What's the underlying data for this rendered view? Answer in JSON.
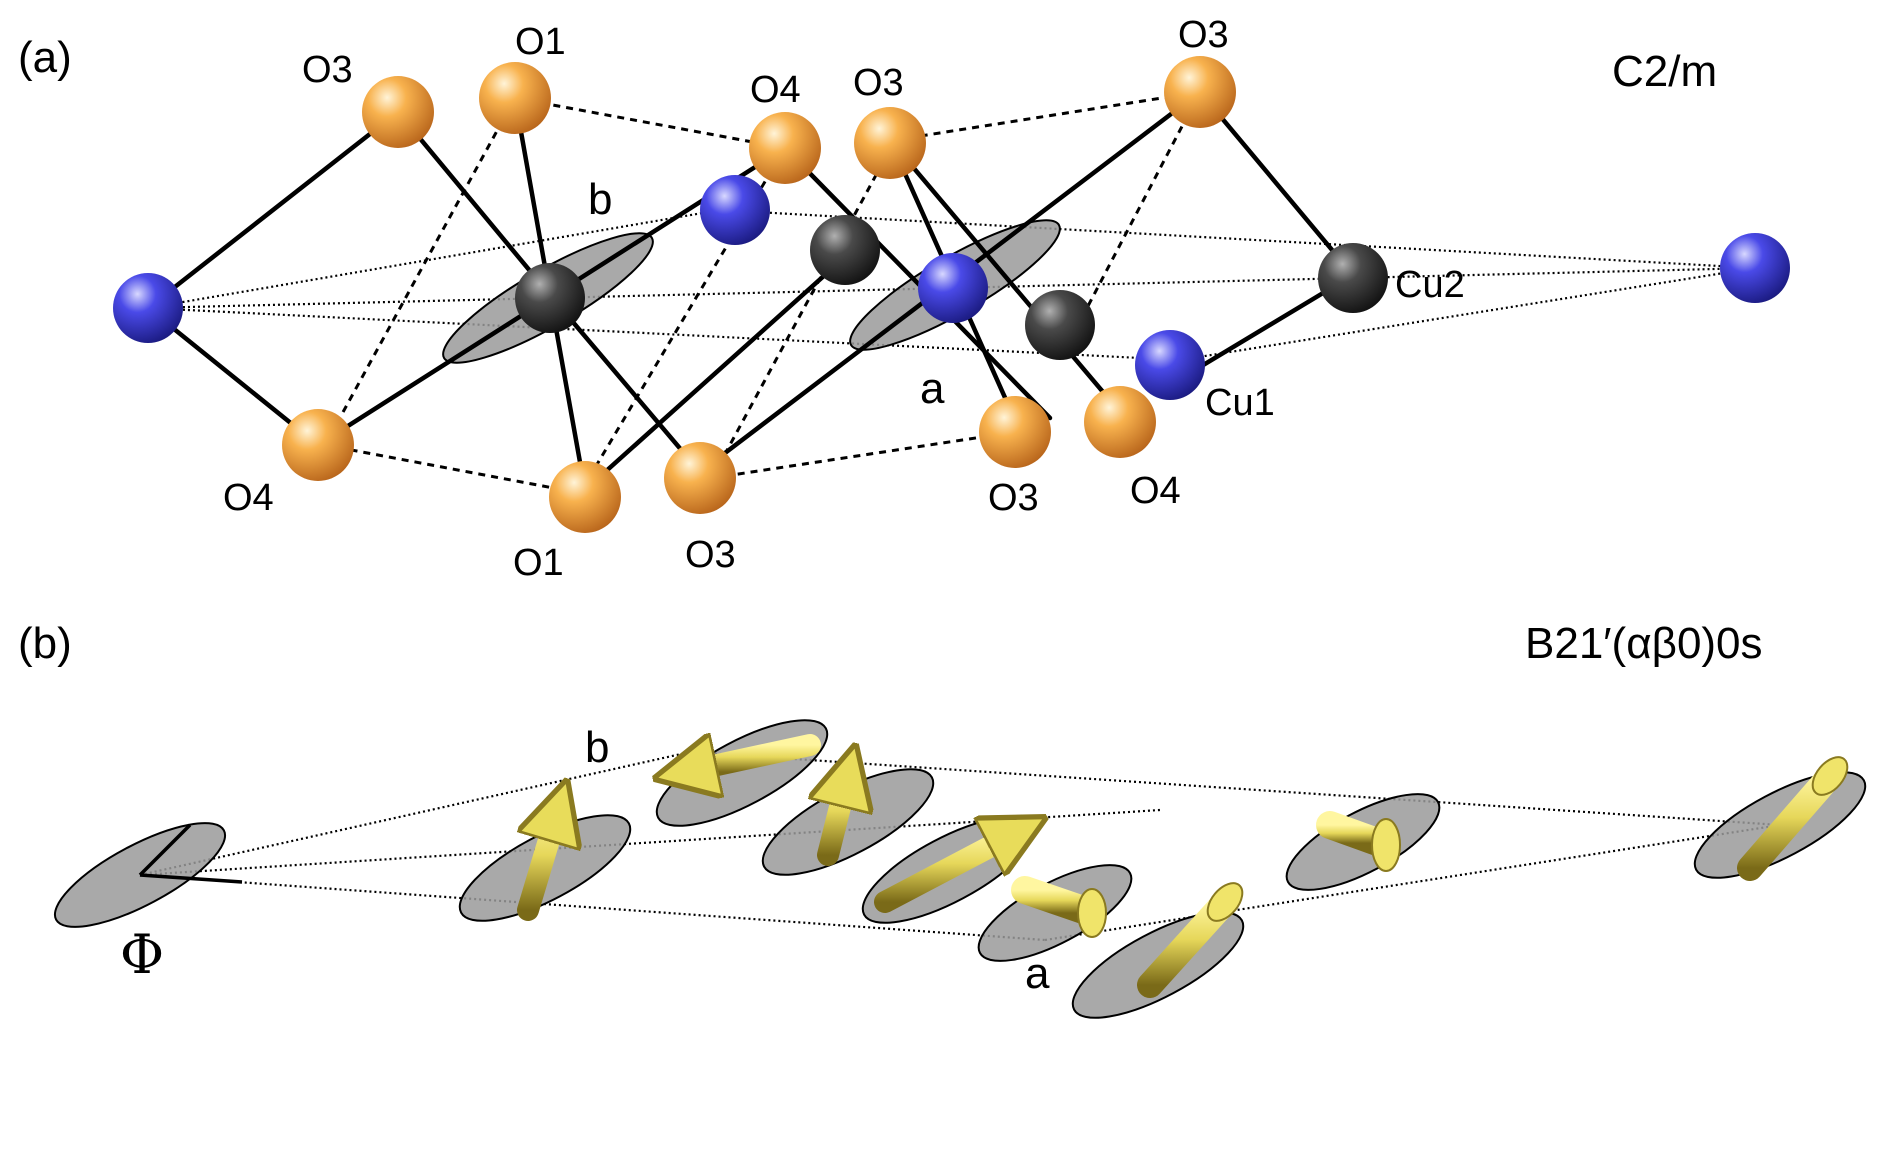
{
  "panel_a": {
    "label": "(a)",
    "space_group": "C2/m",
    "atom_labels": {
      "o3_top_left": "O3",
      "o1_top": "O1",
      "o4_top": "O4",
      "o3_top_mid": "O3",
      "o3_top_right": "O3",
      "cu2": "Cu2",
      "cu1": "Cu1",
      "o4_bottom_left": "O4",
      "o1_bottom": "O1",
      "o3_bottom_mid": "O3",
      "o3_bottom_right": "O3",
      "o4_bottom_right": "O4"
    },
    "axis_labels": {
      "b": "b",
      "a": "a"
    }
  },
  "panel_b": {
    "label": "(b)",
    "space_group": "B21′(αβ0)0s",
    "phase_symbol": "Φ",
    "axis_labels": {
      "b": "b",
      "a": "a"
    }
  },
  "colors": {
    "oxygen": "#f3a23c",
    "copper_cu1": "#3b3bd9",
    "copper_cu2": "#3a3a3a",
    "moment_arrow": "#ecdf5c",
    "disc": "#9a9a9a"
  }
}
